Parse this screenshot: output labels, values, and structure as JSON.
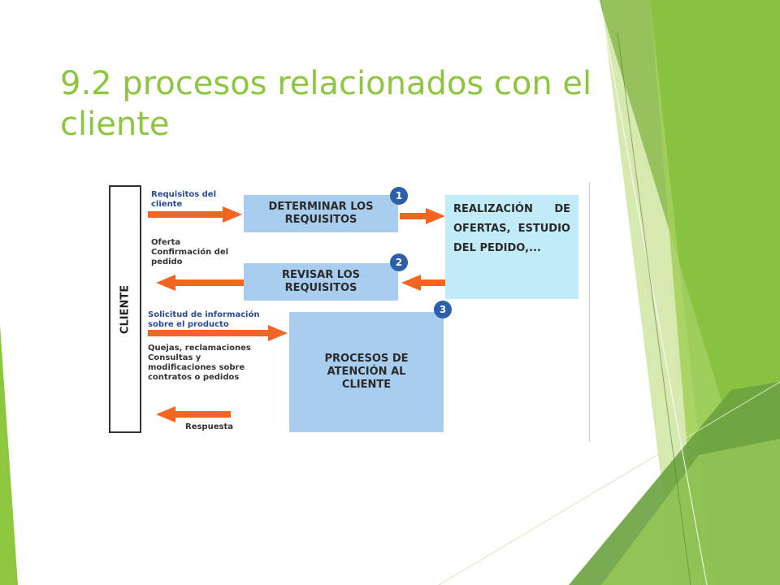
{
  "slide": {
    "title": "9.2 procesos relacionados con el cliente"
  },
  "theme": {
    "title_color": "#8dc63f",
    "accent_green": "#8dc63f",
    "dark_green": "#5f9b3d",
    "arrow_orange": "#f26522",
    "box_blue": "#a8cdef",
    "box_light_blue": "#c2ecf7",
    "number_blue": "#2d5fa8"
  },
  "diagram": {
    "client_label": "CLIENTE",
    "labels": {
      "requisitos_cliente": "Requisitos del\ncliente",
      "oferta": "Oferta\nConfirmación del\npedido",
      "solicitud": "Solicitud de información\nsobre el producto",
      "quejas": "Quejas, reclamaciones\nConsultas y\nmodificaciones sobre\ncontratos o pedidos",
      "respuesta": "Respuesta"
    },
    "process_boxes": [
      {
        "number": "1",
        "text": "DETERMINAR LOS\nREQUISITOS"
      },
      {
        "number": "2",
        "text": "REVISAR LOS\nREQUISITOS"
      },
      {
        "number": "3",
        "text": "PROCESOS DE\nATENCIÓN AL\nCLIENTE"
      }
    ],
    "result_text": "REALIZACIÓN DE OFERTAS, ESTUDIO DEL PEDIDO,..."
  }
}
